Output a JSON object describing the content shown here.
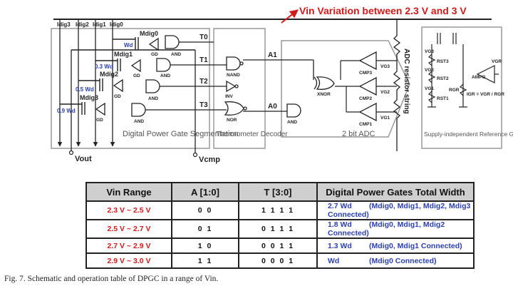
{
  "schematic": {
    "variation_note": "Vin Variation between 2.3 V and 3 V",
    "bus_labels": [
      "Idig3",
      "Idig2",
      "Idig1",
      "Idig0"
    ],
    "transistors": [
      "Mdig0",
      "Mdig1",
      "Mdig2",
      "Mdig3"
    ],
    "widths": [
      "Wd",
      "0.3 Wd",
      "0.5 Wd",
      "0.9 Wd"
    ],
    "gate_labels": {
      "gd": "GD",
      "and": "AND",
      "nand": "NAND",
      "inv": "INV",
      "nor": "NOR",
      "xnor": "XNOR"
    },
    "signals": [
      "T0",
      "T1",
      "T2",
      "T3"
    ],
    "adc_bits": [
      "A1",
      "A0"
    ],
    "comparators": [
      "CMP3",
      "CMP2",
      "CMP1"
    ],
    "comparator_inputs": [
      "VG3",
      "VG2",
      "VG1"
    ],
    "blocks": {
      "dpg": "Digital Power Gate Segmentation",
      "decoder": "Thermometer Decoder",
      "adc": "2 bit ADC",
      "resistor_string": "ADC resistor string",
      "ref_gen": "Supply-independent Reference Generator"
    },
    "ref_gen": {
      "nodes": [
        "VG3",
        "VG2",
        "VG1"
      ],
      "resistors": [
        "RST3",
        "RST2",
        "RST1"
      ],
      "rgr": "RGR",
      "amp": "AMPG",
      "vgr": "VGR",
      "current": "IGR = VGR / RGR"
    },
    "vout": "Vout",
    "vcmp": "Vcmp"
  },
  "table": {
    "headers": [
      "Vin Range",
      "A [1:0]",
      "T [3:0]",
      "Digital Power Gates Total Width"
    ],
    "rows": [
      {
        "range": "2.3 V ~ 2.5 V",
        "a": "0 0",
        "t": "1 1 1 1",
        "width": "2.7 Wd",
        "gates": "(Mdig0, Mdig1, Mdig2, Mdig3 Connected)"
      },
      {
        "range": "2.5 V ~ 2.7 V",
        "a": "0 1",
        "t": "0 1 1 1",
        "width": "1.8 Wd",
        "gates": "(Mdig0, Mdig1, Mdig2 Connected)"
      },
      {
        "range": "2.7 V ~ 2.9 V",
        "a": "1 0",
        "t": "0 0 1 1",
        "width": "1.3 Wd",
        "gates": "(Mdig0, Mdig1 Connected)"
      },
      {
        "range": "2.9 V ~ 3.0 V",
        "a": "1 1",
        "t": "0 0 0 1",
        "width": "Wd",
        "gates": "(Mdig0 Connected)"
      }
    ]
  },
  "caption": "Fig. 7.    Schematic and operation table of DPGC in a range of Vin."
}
